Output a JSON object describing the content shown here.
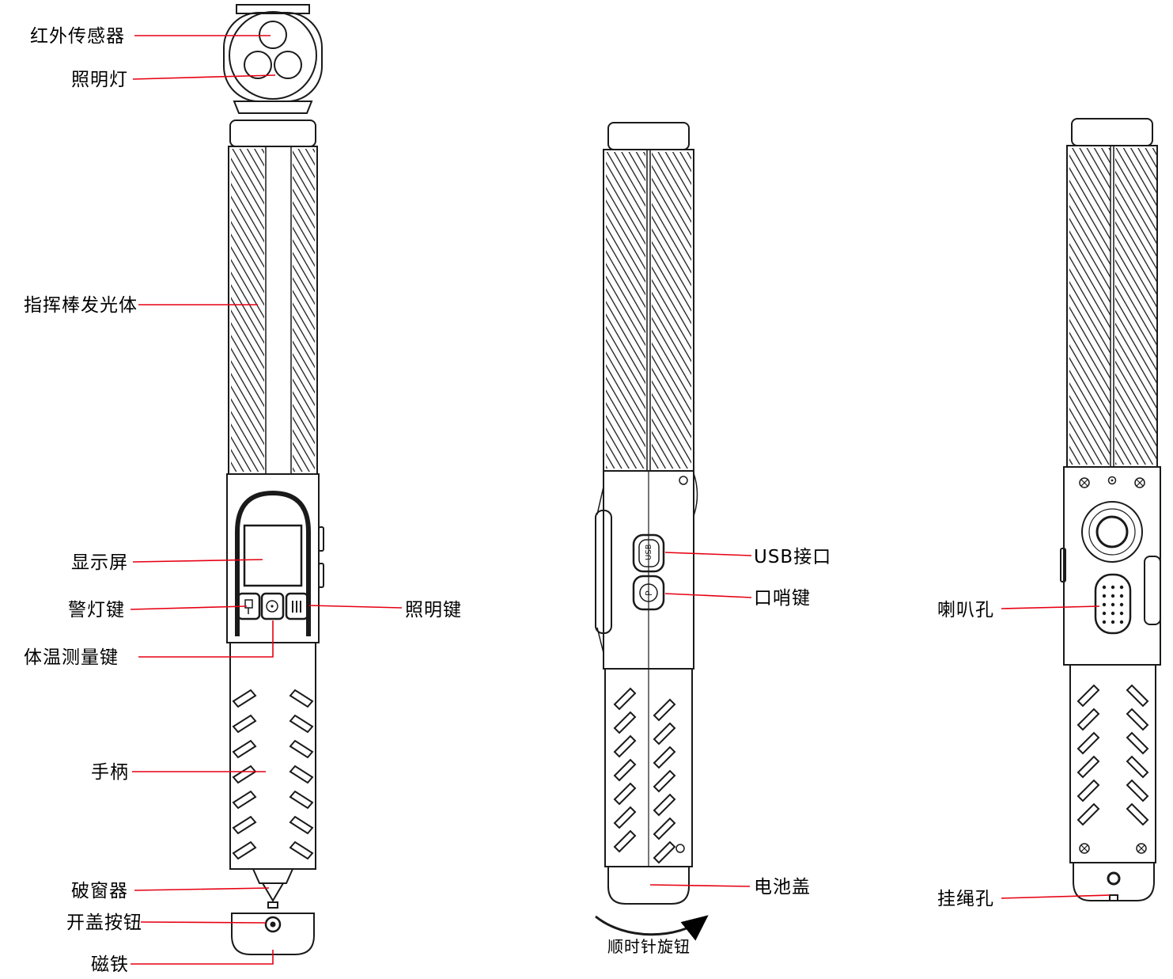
{
  "figure": {
    "type": "product-parts-diagram",
    "views": [
      "front",
      "side",
      "back"
    ]
  },
  "colors": {
    "outline": "#1a1a1a",
    "leader_line": "#e60012",
    "background": "#ffffff",
    "text": "#000000"
  },
  "labels": {
    "infrared_sensor": "红外传感器",
    "illumination_light": "照明灯",
    "baton_glow_body": "指挥棒发光体",
    "display_screen": "显示屏",
    "warning_light_key": "警灯键",
    "illumination_key": "照明键",
    "temp_measure_key": "体温测量键",
    "handle": "手柄",
    "window_breaker": "破窗器",
    "open_cover_button": "开盖按钮",
    "magnet": "磁铁",
    "usb_port": "USB接口",
    "whistle_key": "口哨键",
    "battery_cover": "电池盖",
    "clockwise_knob": "顺时针旋钮",
    "speaker_holes": "喇叭孔",
    "lanyard_hole": "挂绳孔"
  },
  "device_markings": {
    "usb_button": "USB",
    "whistle_button": "P"
  }
}
